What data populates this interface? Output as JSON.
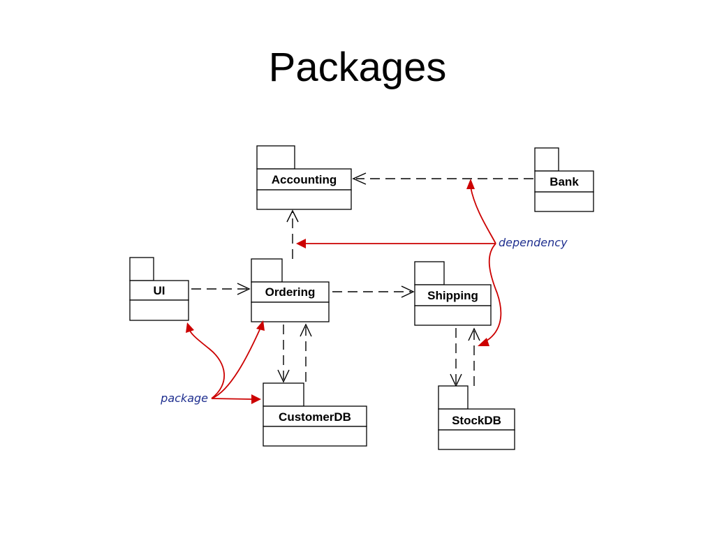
{
  "title": "Packages",
  "colors": {
    "callout_line": "#cc0000",
    "callout_text": "#1f2f8f",
    "outline": "#000000"
  },
  "packages": {
    "accounting": "Accounting",
    "bank": "Bank",
    "ui": "UI",
    "ordering": "Ordering",
    "shipping": "Shipping",
    "customerdb": "CustomerDB",
    "stockdb": "StockDB"
  },
  "callouts": {
    "dependency": "dependency",
    "package": "package"
  }
}
